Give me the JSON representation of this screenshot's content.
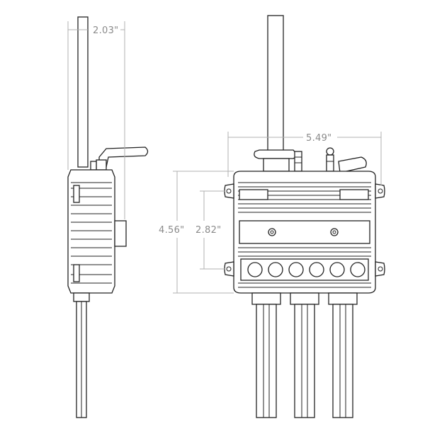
{
  "dimensions": {
    "side_width": "2.03\"",
    "front_width": "5.49\"",
    "overall_height": "4.56\"",
    "mount_spacing": "2.82\""
  },
  "colors": {
    "line": "#222222",
    "dimension": "#8a8a8a"
  }
}
